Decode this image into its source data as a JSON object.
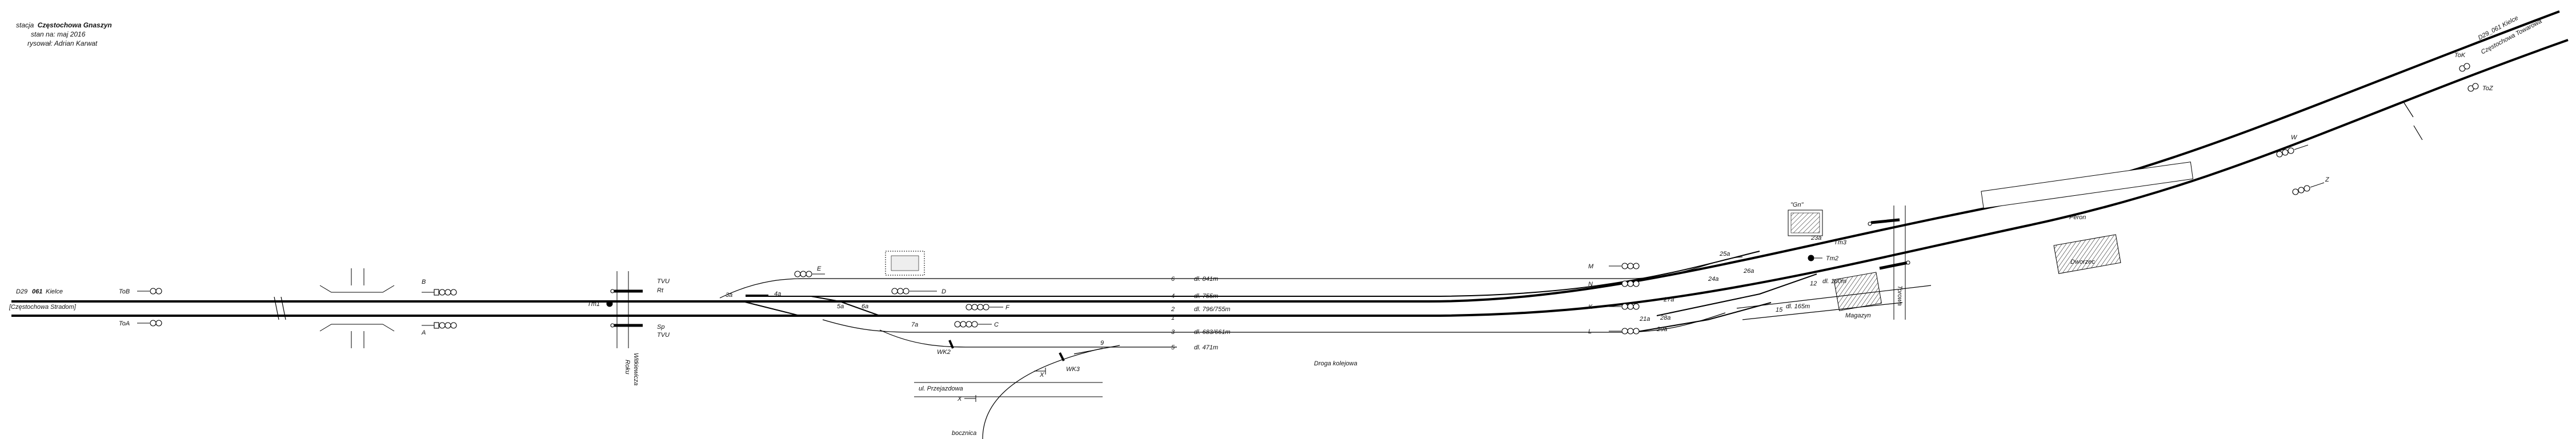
{
  "header": {
    "station_prefix": "stacja",
    "station_name": "Częstochowa Gnaszyn",
    "date_line": "stan na: maj 2016",
    "author_line": "rysował: Adrian Karwat"
  },
  "left_labels": {
    "line_code": "D29",
    "line_number": "061",
    "direction_top": "Kielce",
    "direction_bottom": "[Częstochowa Stradom]",
    "to_top": "ToB",
    "to_bottom": "ToA"
  },
  "west_signals": {
    "b": "B",
    "a": "A",
    "tvu_top": "TVU",
    "tvu_bottom": "TVU",
    "r_top": "Rt",
    "r_bottom": "Sp",
    "tm": "Tm1"
  },
  "crossing": {
    "line1": "Roku",
    "line2": "Witkiewicza"
  },
  "track_labels": {
    "t6": "6",
    "t4": "4",
    "t2": "2",
    "t1": "1",
    "t3": "3",
    "t5": "5",
    "len6": "dl. 841m",
    "len4": "dl. 755m",
    "len2": "dl. 796/755m",
    "len3": "dl. 683/661m",
    "len5": "dl. 471m"
  },
  "switch_labels": {
    "s3": "3a",
    "s4": "4a",
    "s5": "5a",
    "s6": "6a",
    "s7": "7a",
    "s9": "9",
    "s25": "25a",
    "s26": "26a",
    "s23": "23a",
    "s24": "24a",
    "s27": "27a",
    "s28": "28a",
    "s29": "29a",
    "s21": "21a"
  },
  "mid_signals": {
    "e": "E",
    "d": "D",
    "f": "F",
    "c": "C",
    "x": "X",
    "wk2": "WK2",
    "wk3": "WK3"
  },
  "south": {
    "street": "ul. Przejazdowa",
    "siding": "bocznica",
    "x": "X"
  },
  "center_note": "Droga kolejowa",
  "east_signals": {
    "m": "M",
    "n": "N",
    "k": "K",
    "l": "L",
    "tm2": "Tm2",
    "tm3": "Tm3",
    "w": "W",
    "z": "Z",
    "tok": "ToK",
    "toz": "ToZ"
  },
  "east_labels": {
    "peron": "Peron",
    "magazyn": "Magazyn",
    "dworzec": "Dworzec",
    "nastawnia": "\"Gn\"",
    "track12": "12",
    "track15": "15",
    "len12": "dl. 160m",
    "len15": "dl. 165m",
    "towing": "Torowa",
    "line_top": "D29_061 Kielce",
    "line_mid": "Częstochowa Towarowa"
  }
}
